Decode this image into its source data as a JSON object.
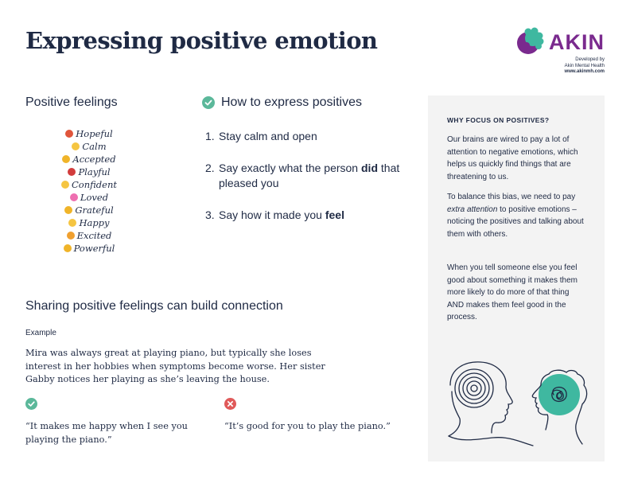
{
  "title": "Expressing positive emotion",
  "brand": {
    "name": "AKIN",
    "developed_by": "Developed by",
    "org": "Akin Mental Health",
    "url": "www.akinmh.com",
    "colors": {
      "purple": "#7a2a8e",
      "teal": "#3fb8a0"
    }
  },
  "positive_feelings": {
    "heading": "Positive feelings",
    "items": [
      {
        "emoji": "rainbow",
        "color": "#e0553b",
        "label": "Hopeful"
      },
      {
        "emoji": "smile",
        "color": "#f5c542",
        "label": "Calm"
      },
      {
        "emoji": "handshake",
        "color": "#f0b429",
        "label": "Accepted"
      },
      {
        "emoji": "dancer",
        "color": "#d23c3c",
        "label": "Playful"
      },
      {
        "emoji": "sunglasses",
        "color": "#f5c542",
        "label": "Confident"
      },
      {
        "emoji": "heart",
        "color": "#ee6fb0",
        "label": "Loved"
      },
      {
        "emoji": "praying-hands",
        "color": "#f0b429",
        "label": "Grateful"
      },
      {
        "emoji": "grin",
        "color": "#f5c542",
        "label": "Happy"
      },
      {
        "emoji": "star-struck",
        "color": "#f0a030",
        "label": "Excited"
      },
      {
        "emoji": "flexed-bicep",
        "color": "#f0b429",
        "label": "Powerful"
      }
    ]
  },
  "how_to": {
    "heading": "How to express positives",
    "steps": [
      {
        "num": "1.",
        "text": "Stay calm and open"
      },
      {
        "num": "2.",
        "text": "Say exactly what the person ",
        "bold": "did",
        "after": " that pleased you"
      },
      {
        "num": "3.",
        "text": "Say how it made you ",
        "bold": "feel"
      }
    ]
  },
  "panel": {
    "heading": "WHY FOCUS ON POSITIVES?",
    "p1": "Our brains are wired to pay a lot of attention to negative emotions, which helps us quickly find things that are threatening to us.",
    "p2_before": "To balance this bias, we need to pay ",
    "p2_em": "extra attention",
    "p2_after": " to positive emotions – noticing the positives and talking about them with others.",
    "p3": "When you tell someone else you feel good about something it makes them more likely to do more of that thing AND makes them feel good in the process."
  },
  "sharing": {
    "heading": "Sharing positive feelings can build connection",
    "example_label": "Example",
    "example_text": "Mira was always great at playing piano, but typically she loses interest in her hobbies when symptoms become worse. Her sister Gabby notices her playing as she’s leaving the house.",
    "good_quote": "“It makes me happy when I see you playing the piano.”",
    "bad_quote": "“It’s good for you to play the piano.”"
  },
  "colors": {
    "check": "#5bb89a",
    "cross": "#e05a5a",
    "panel_bg": "#f3f3f3",
    "text": "#1f2a44"
  }
}
